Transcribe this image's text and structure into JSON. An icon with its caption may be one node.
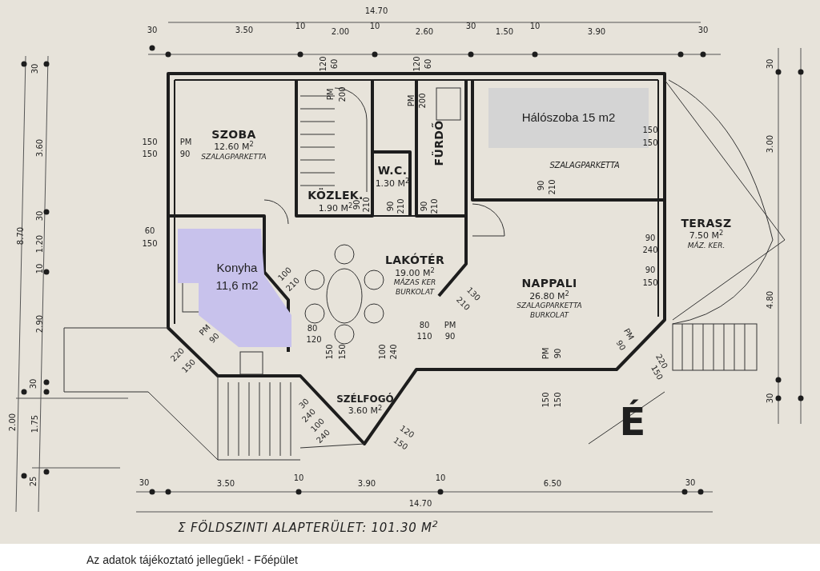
{
  "diagram": {
    "caption": "Az adatok tájékoztató jellegűek! - Főépület",
    "nodes": [
      {
        "text": [
          "SZOBA",
          "12.60 M$^{2}$",
          "SZALAGPARKETTA"
        ]
      },
      {
        "text": [
          "KÖZLEK.",
          "1.90 M$^{2}$"
        ]
      },
      {
        "text": [
          "W.C.",
          "1.30 M$^{2}$"
        ]
      },
      {
        "text": [
          "FÜRDŐ"
        ]
      },
      {
        "text": [
          "Hálószoba 15 m2",
          "SZALAGPARKETTA"
        ]
      },
      {
        "text": [
          "Konyha 11,6 m2"
        ]
      },
      {
        "text": [
          "LAKÓTÉR",
          "19.00 M$^{2}$",
          "MÁZAS KER",
          "BURKOLAT"
        ]
      },
      {
        "text": [
          "NAPPALI",
          "26.80 M$^{2}$",
          "SZALAGPARKETTA",
          "BURKOLAT"
        ]
      },
      {
        "text": [
          "TERASZ",
          "7.50 M$^{2}$",
          "MÁZ. KER."
        ]
      },
      {
        "text": [
          "SZÉLFOGÓ",
          "3.60 M$^{2}$"
        ]
      }
    ],
    "edges": [],
    "labels": [
      "14.70",
      "30",
      "3.50",
      "10",
      "2.00",
      "10",
      "2.60",
      "30",
      "1.50",
      "10",
      "3.90",
      "30",
      "120",
      "60",
      "120",
      "60",
      "8.70",
      "30",
      "3.60",
      "30",
      "1.20",
      "10",
      "2.90",
      "30",
      "2.00",
      "1.75",
      "25",
      "30",
      "3.00",
      "4.80",
      "30",
      "30",
      "3.50",
      "10",
      "3.90",
      "10",
      "6.50",
      "30",
      "14.70",
      "150",
      "150",
      "PM",
      "90",
      "60",
      "150",
      "150",
      "150",
      "90",
      "240",
      "90",
      "150",
      "PM",
      "90",
      "220",
      "150",
      "100",
      "210",
      "80",
      "120",
      "80",
      "110",
      "PM",
      "90",
      "130",
      "210",
      "150",
      "150",
      "100",
      "240",
      "PM",
      "90",
      "150",
      "150",
      "PM",
      "90",
      "220",
      "150",
      "30",
      "240",
      "100",
      "240",
      "120",
      "150",
      "PM",
      "200",
      "PM",
      "200",
      "90",
      "210",
      "90",
      "210",
      "90",
      "210",
      "90",
      "210",
      "É",
      "Σ FÖLDSZINTI ALAPTERÜLET: 101.30 M$^{2}$"
    ]
  }
}
